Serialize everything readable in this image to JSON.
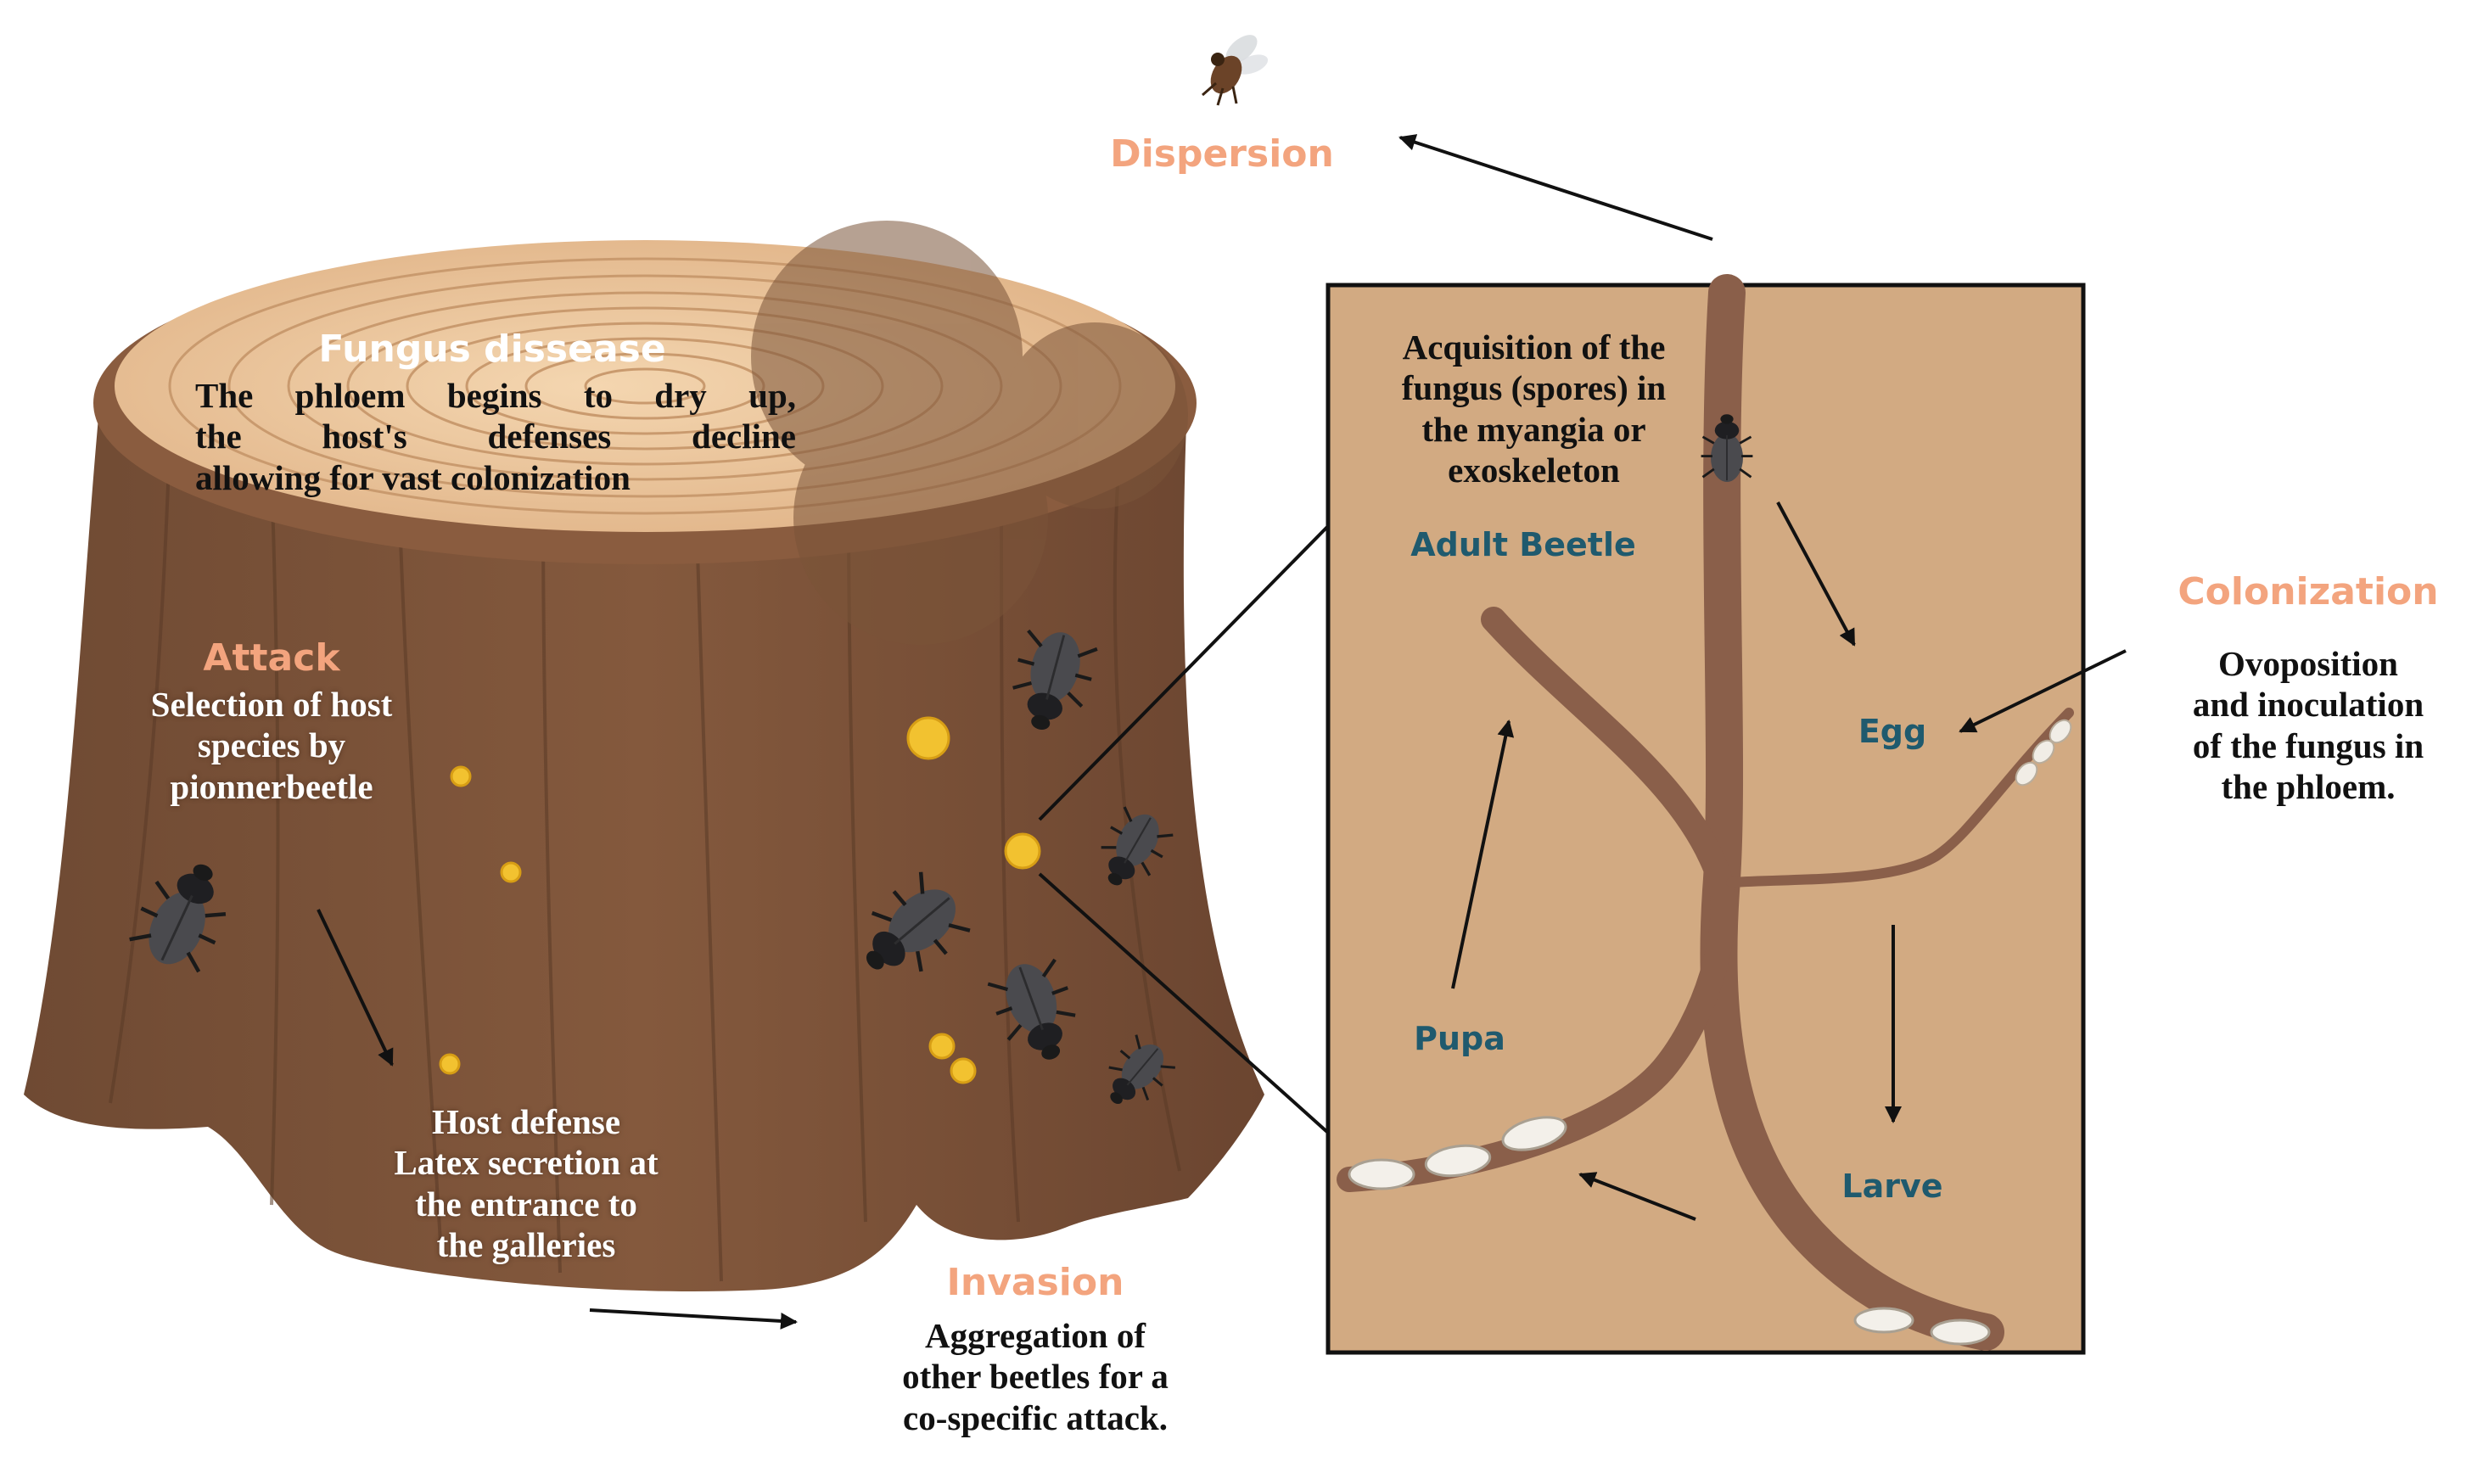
{
  "colors": {
    "stage_label": "#f3a47e",
    "life_stage_label": "#1f5a6e",
    "bark": "#7b5339",
    "wood_ring": "#e7bf95",
    "inset_background": "#d2aa82",
    "gallery": "#8a5f4a",
    "fungus_spot": "#f2c230"
  },
  "icons": [
    "flying-beetle-icon",
    "bark-beetle-icon",
    "egg-icon",
    "larva-icon",
    "fungus-spot-icon"
  ],
  "stages": {
    "dispersion": {
      "label": "Dispersion"
    },
    "fungus_disease": {
      "label": "Fungus dissease",
      "lines": [
        "The phloem begins to dry up,",
        "the host's defenses decline",
        "allowing for vast colonization"
      ]
    },
    "attack": {
      "label": "Attack",
      "lines": [
        "Selection of host",
        "species by",
        "pionnerbeetle"
      ]
    },
    "host_defense": {
      "lines": [
        "Host defense",
        "Latex secretion at",
        "the entrance to",
        "the galleries"
      ]
    },
    "invasion": {
      "label": "Invasion",
      "lines": [
        "Aggregation of",
        "other beetles for a",
        "co-specific attack."
      ]
    },
    "colonization": {
      "label": "Colonization",
      "lines": [
        "Ovoposition",
        "and inoculation",
        "of the fungus in",
        "the phloem."
      ]
    }
  },
  "inset": {
    "acquisition_lines": [
      "Acquisition of the",
      "fungus (spores) in",
      "the myangia or",
      "exoskeleton"
    ],
    "life_stages": {
      "adult": "Adult Beetle",
      "egg": "Egg",
      "larve": "Larve",
      "pupa": "Pupa"
    }
  }
}
